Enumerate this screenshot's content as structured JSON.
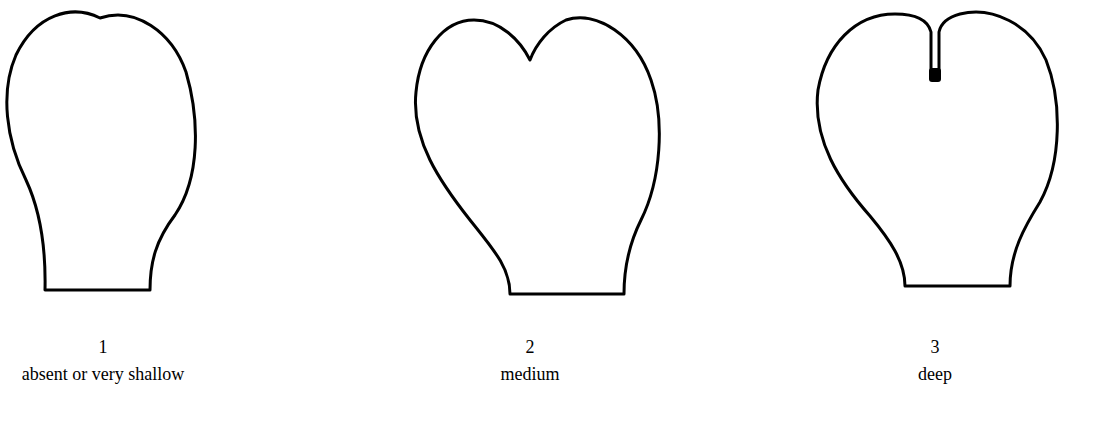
{
  "diagram": {
    "labels": [
      "1",
      "absent or very shallow",
      "2",
      "medium",
      "3",
      "deep"
    ]
  }
}
